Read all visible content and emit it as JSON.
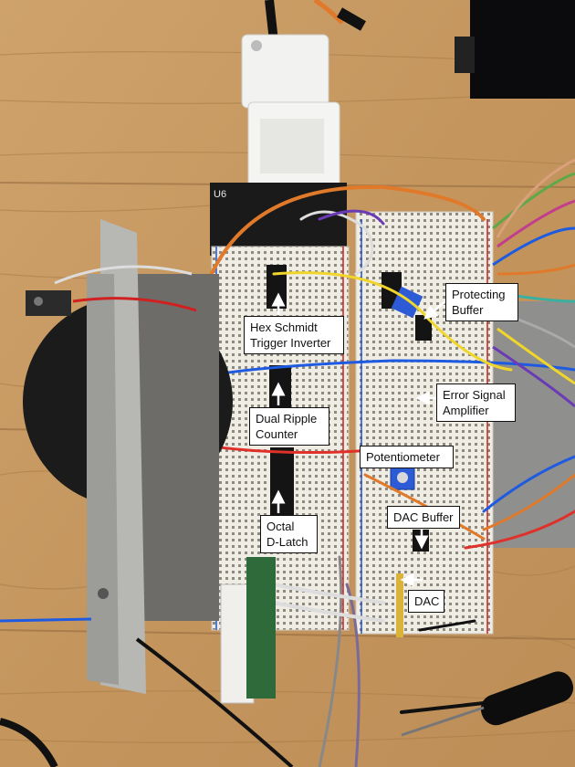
{
  "annotations": [
    {
      "id": "hex-schmidt",
      "text": "Hex Schmidt\nTrigger Inverter"
    },
    {
      "id": "dual-ripple",
      "text": "Dual Ripple\nCounter"
    },
    {
      "id": "octal-latch",
      "text": "Octal\nD-Latch"
    },
    {
      "id": "protecting-buffer",
      "text": "Protecting\nBuffer"
    },
    {
      "id": "error-signal",
      "text": "Error Signal\nAmplifier"
    },
    {
      "id": "potentiometer",
      "text": "Potentiometer"
    },
    {
      "id": "dac-buffer",
      "text": "DAC Buffer"
    },
    {
      "id": "dac",
      "text": "DAC"
    }
  ],
  "pcb_text": "U6",
  "colors": {
    "wood": "#c89a63",
    "breadboard": "#efece4",
    "pcb": "#1a1a1a",
    "heatsink": "#a9a9a6",
    "label_bg": "#ffffff",
    "arrow": "#ffffff"
  }
}
